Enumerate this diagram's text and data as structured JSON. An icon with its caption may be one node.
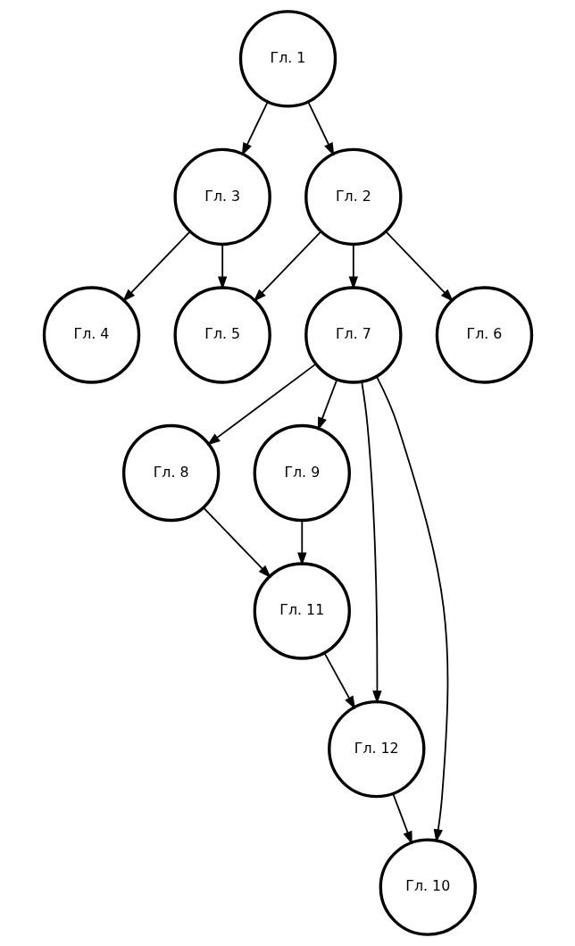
{
  "diagram": {
    "nodes": [
      {
        "text": [
          "Гл. 1"
        ]
      },
      {
        "text": [
          "Гл. 3"
        ]
      },
      {
        "text": [
          "Гл. 2"
        ]
      },
      {
        "text": [
          "Гл. 4"
        ]
      },
      {
        "text": [
          "Гл. 5"
        ]
      },
      {
        "text": [
          "Гл. 7"
        ]
      },
      {
        "text": [
          "Гл. 6"
        ]
      },
      {
        "text": [
          "Гл. 8"
        ]
      },
      {
        "text": [
          "Гл. 9"
        ]
      },
      {
        "text": [
          "Гл. 10"
        ]
      },
      {
        "text": [
          "Гл. 11"
        ]
      },
      {
        "text": [
          "Гл. 12"
        ]
      }
    ],
    "edges": [
      {
        "from": 0,
        "to": 1,
        "arrow": "to"
      },
      {
        "from": 0,
        "to": 2,
        "arrow": "to"
      },
      {
        "from": 1,
        "to": 3,
        "arrow": "to"
      },
      {
        "from": 1,
        "to": 4,
        "arrow": "to"
      },
      {
        "from": 2,
        "to": 4,
        "arrow": "to"
      },
      {
        "from": 2,
        "to": 5,
        "arrow": "to"
      },
      {
        "from": 2,
        "to": 6,
        "arrow": "to"
      },
      {
        "from": 5,
        "to": 7,
        "arrow": "to"
      },
      {
        "from": 5,
        "to": 8,
        "arrow": "to"
      },
      {
        "from": 5,
        "to": 9,
        "arrow": "to"
      },
      {
        "from": 5,
        "to": 11,
        "arrow": "to"
      },
      {
        "from": 7,
        "to": 10,
        "arrow": "to"
      },
      {
        "from": 8,
        "to": 10,
        "arrow": "to"
      },
      {
        "from": 10,
        "to": 11,
        "arrow": "to"
      },
      {
        "from": 11,
        "to": 9,
        "arrow": "to"
      }
    ]
  }
}
